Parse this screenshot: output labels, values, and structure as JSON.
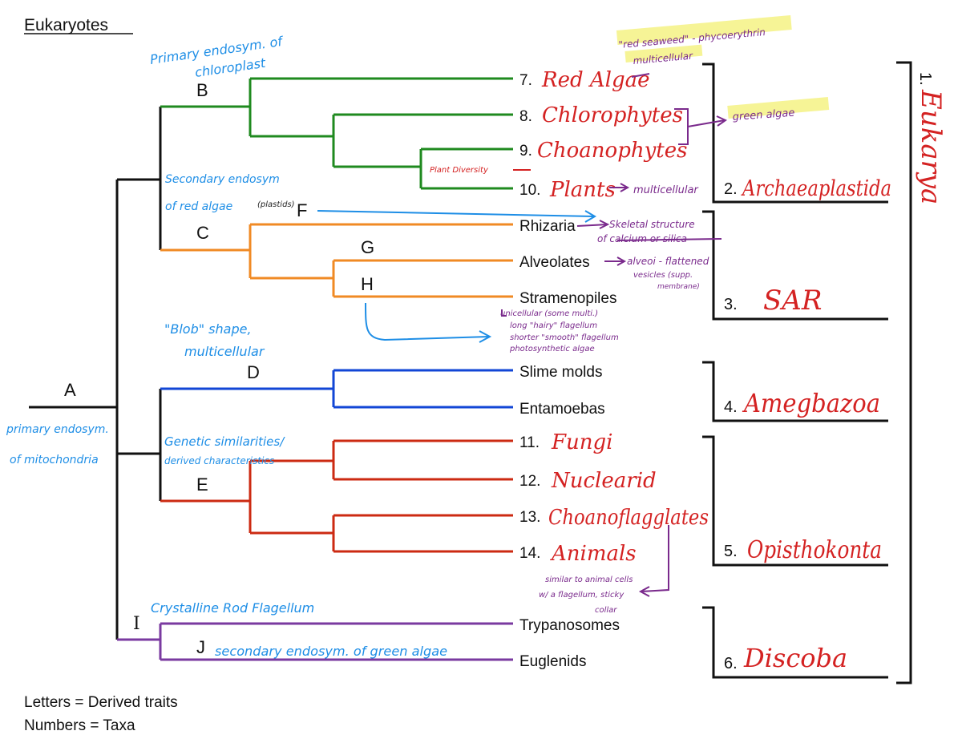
{
  "title": "Eukaryotes",
  "legend": {
    "letters": "Letters = Derived traits",
    "numbers": "Numbers = Taxa"
  },
  "colors": {
    "black": "#111111",
    "green": "#1f8a1f",
    "orange": "#f08a24",
    "blue_branch": "#1246d6",
    "red_branch": "#cc2a12",
    "purple_branch": "#7a3aa0",
    "note_blue": "#1e8ee6",
    "note_red": "#d42222",
    "note_purple": "#7a2a8c",
    "highlight": "#f2f06a"
  },
  "nodes": {
    "A": "A",
    "B": "B",
    "C": "C",
    "D": "D",
    "E": "E",
    "F": "F",
    "G": "G",
    "H": "H",
    "I": "I",
    "J": "J"
  },
  "taxa": {
    "t7_num": "7.",
    "t7_name": "Red Algae",
    "t8_num": "8.",
    "t8_name": "Chlorophytes",
    "t9_num": "9.",
    "t9_name": "Choanophytes",
    "t10_num": "10.",
    "t10_name": "Plants",
    "rhizaria": "Rhizaria",
    "alveolates": "Alveolates",
    "stramenopiles": "Stramenopiles",
    "slime_molds": "Slime molds",
    "entamoebas": "Entamoebas",
    "t11_num": "11.",
    "t11_name": "Fungi",
    "t12_num": "12.",
    "t12_name": "Nuclearid",
    "t13_num": "13.",
    "t13_name": "Choanoflagglates",
    "t14_num": "14.",
    "t14_name": "Animals",
    "trypanosomes": "Trypanosomes",
    "euglenids": "Euglenids"
  },
  "groups": {
    "g1_num": "1.",
    "g1_name": "Eukarya",
    "g2_num": "2.",
    "g2_name": "Archaeaplastida",
    "g3_num": "3.",
    "g3_name": "SAR",
    "g4_num": "4.",
    "g4_name": "Amegbazoa",
    "g5_num": "5.",
    "g5_name": "Opisthokonta",
    "g6_num": "6.",
    "g6_name": "Discoba"
  },
  "notes": {
    "b_1": "Primary endosym. of",
    "b_2": "chloroplast",
    "red_algae_1": "\"red seaweed\" - phycoerythrin",
    "red_algae_2": "multicellular",
    "green_algae": "green algae",
    "plant_diversity": "Plant Diversity",
    "plants_multi": "multicellular",
    "c_1": "Secondary endosym",
    "c_2": "of red algae",
    "c_plastid": "(plastids)",
    "rhiz_1": "Skeletal structure",
    "rhiz_2": "of calcium or silica",
    "alv_1": "alveoi - flattened",
    "alv_2": "vesicles (supp.",
    "alv_3": "membrane)",
    "h_1": "unicellular (some multi.)",
    "h_2": "long \"hairy\" flagellum",
    "h_3": "shorter \"smooth\" flagellum",
    "h_4": "photosynthetic algae",
    "d_1": "\"Blob\" shape,",
    "d_2": "multicellular",
    "a_1": "primary endosym.",
    "a_2": "of mitochondria",
    "e_1": "Genetic similarities/",
    "e_2": "derived characteristics",
    "choano_1": "similar to animal cells",
    "choano_2": "w/ a flagellum, sticky",
    "choano_3": "collar",
    "i_note": "Crystalline Rod Flagellum",
    "j_note": "secondary endosym. of green algae"
  }
}
